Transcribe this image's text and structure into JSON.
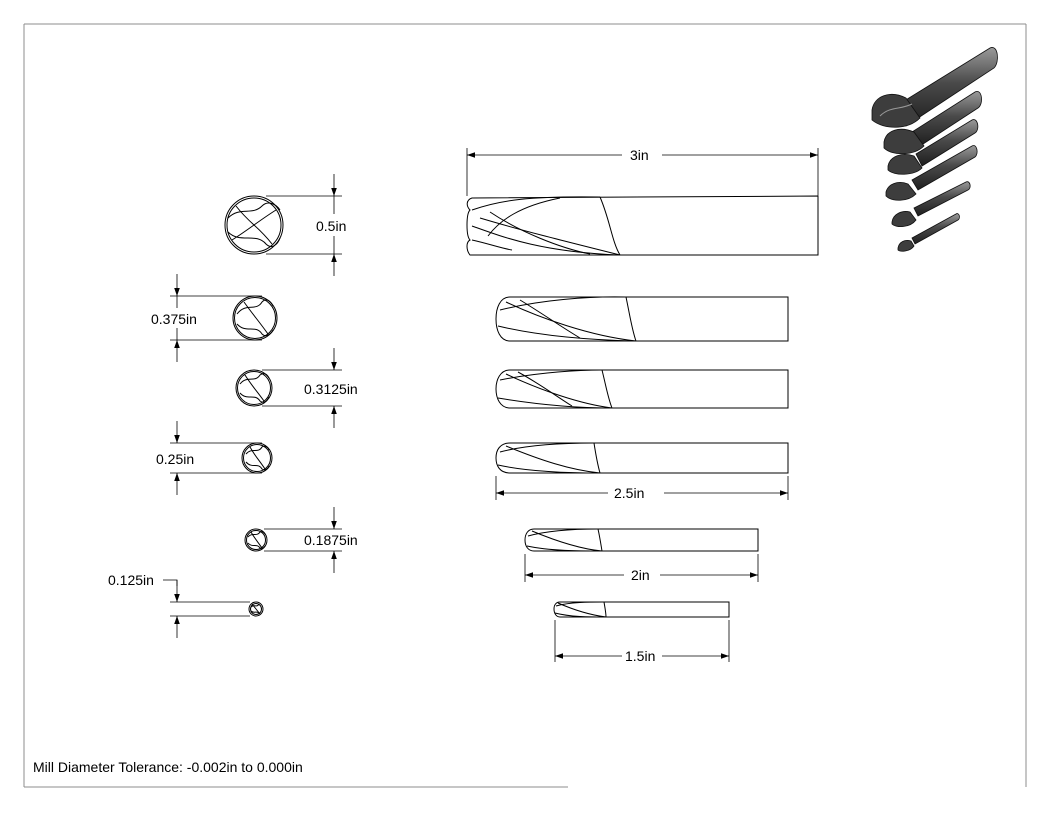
{
  "colors": {
    "line": "#000000",
    "frame": "#8c8c8c",
    "tool": "#5c5c5c",
    "toolDark": "#2b2b2b"
  },
  "diameters": [
    {
      "label": "0.5in"
    },
    {
      "label": "0.375in"
    },
    {
      "label": "0.3125in"
    },
    {
      "label": "0.25in"
    },
    {
      "label": "0.1875in"
    },
    {
      "label": "0.125in"
    }
  ],
  "lengths": [
    {
      "label": "3in"
    },
    {
      "label": "2.5in"
    },
    {
      "label": "2in"
    },
    {
      "label": "1.5in"
    }
  ],
  "tolerance": "Mill Diameter Tolerance: -0.002in to 0.000in"
}
